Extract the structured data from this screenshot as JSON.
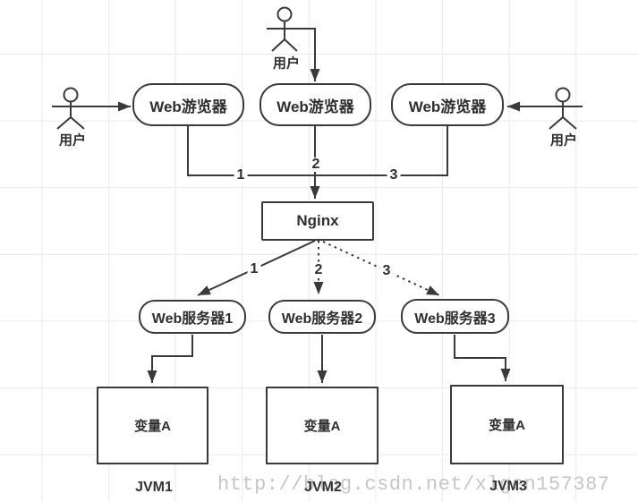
{
  "actors": {
    "top": {
      "label": "用户"
    },
    "left": {
      "label": "用户"
    },
    "right": {
      "label": "用户"
    }
  },
  "browsers": [
    {
      "label": "Web游览器"
    },
    {
      "label": "Web游览器"
    },
    {
      "label": "Web游览器"
    }
  ],
  "load_balancer": {
    "label": "Nginx"
  },
  "servers": [
    {
      "label": "Web服务器1"
    },
    {
      "label": "Web服务器2"
    },
    {
      "label": "Web服务器3"
    }
  ],
  "jvms": [
    {
      "variable": "变量A",
      "label": "JVM1"
    },
    {
      "variable": "变量A",
      "label": "JVM2"
    },
    {
      "variable": "变量A",
      "label": "JVM3"
    }
  ],
  "edge_labels": {
    "browsers_to_nginx": [
      "1",
      "2",
      "3"
    ],
    "nginx_to_servers": [
      "1",
      "2",
      "3"
    ]
  },
  "watermark": {
    "text": "http://blog.csdn.net/xlgen157387"
  },
  "colors": {
    "stroke": "#3a3a3a",
    "text": "#2f2f2f",
    "grid": "#eaeaea",
    "watermark": "#c6c6c6",
    "background": "#ffffff"
  }
}
